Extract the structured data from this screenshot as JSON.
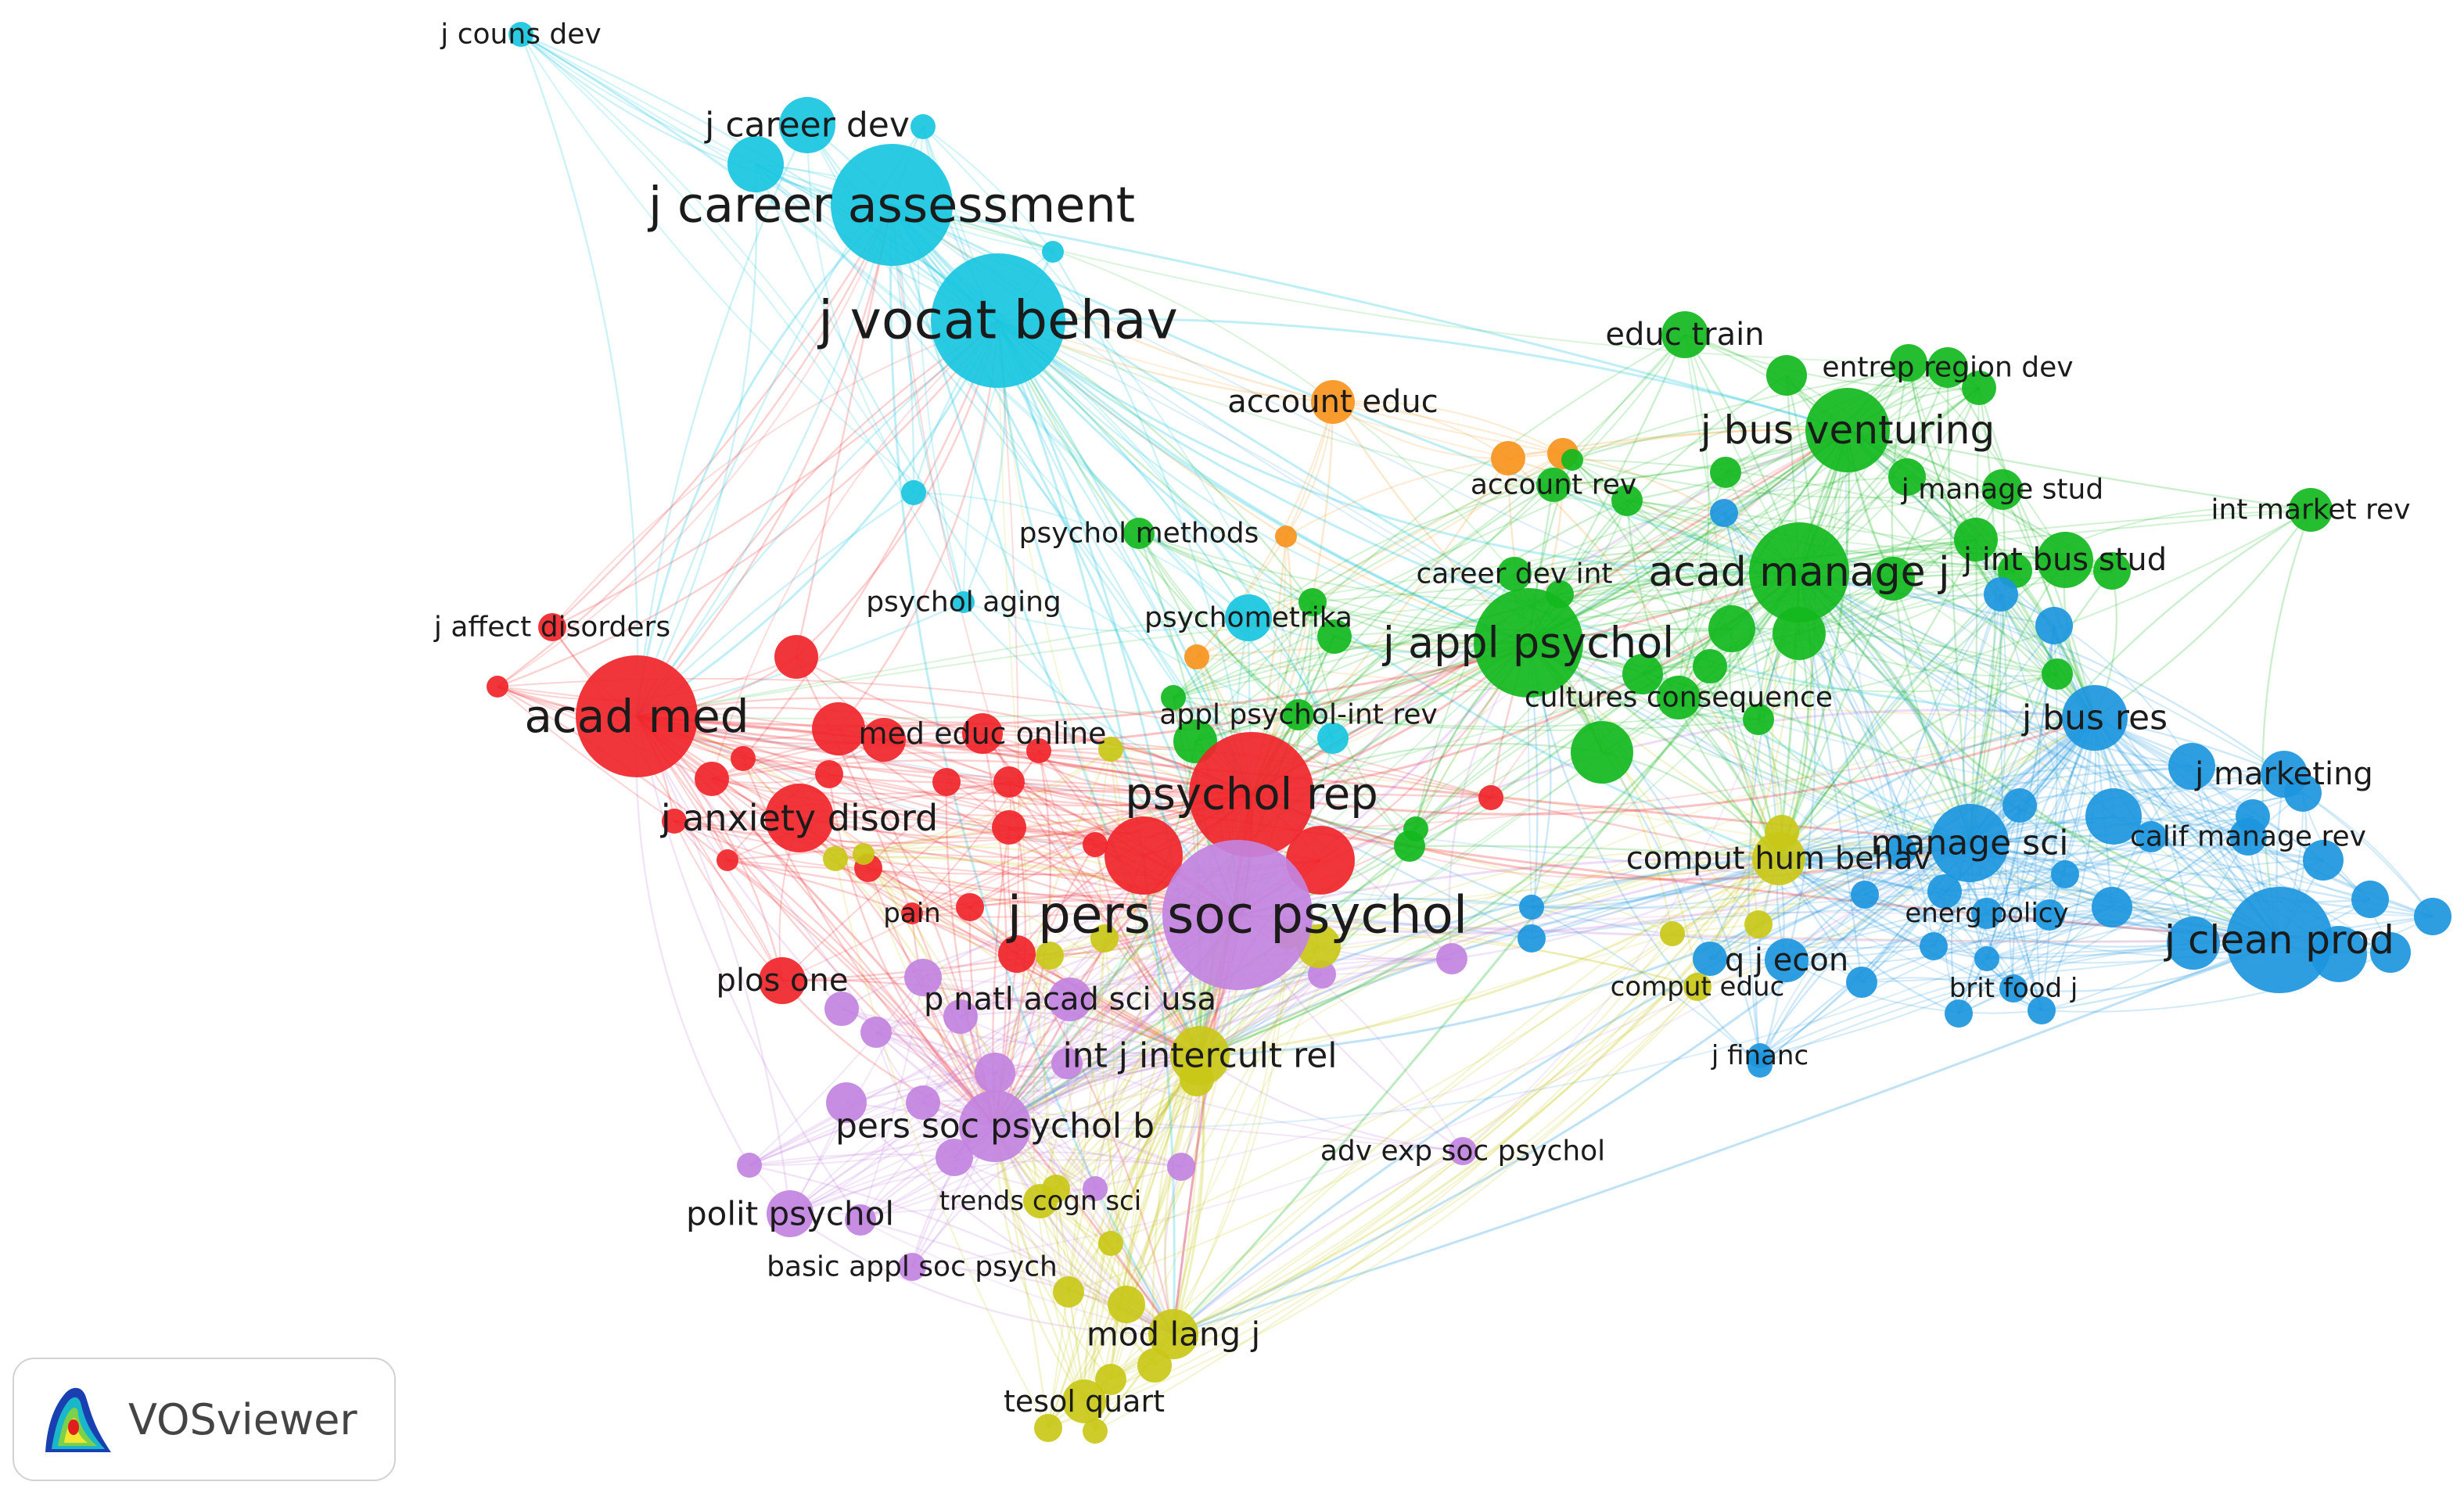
{
  "app": {
    "brand": "VOSviewer",
    "logo_icon": "vosviewer-logo-icon"
  },
  "clusters": [
    {
      "id": "red",
      "color": "#f0252a"
    },
    {
      "id": "green",
      "color": "#12b81e"
    },
    {
      "id": "cyan",
      "color": "#18c6e0"
    },
    {
      "id": "blue",
      "color": "#1c96de"
    },
    {
      "id": "purple",
      "color": "#c283e0"
    },
    {
      "id": "yellow",
      "color": "#c9c818"
    },
    {
      "id": "orange",
      "color": "#f7941d"
    }
  ],
  "nodes": [
    {
      "id": "j counts dev",
      "label": "j couns dev",
      "cluster": "cyan",
      "weight": 1
    },
    {
      "id": "j career dev",
      "label": "j career dev",
      "cluster": "cyan",
      "weight": 4
    },
    {
      "id": "j career assessment",
      "label": "j career assessment",
      "cluster": "cyan",
      "weight": 10
    },
    {
      "id": "j vocat behav",
      "label": "j vocat behav",
      "cluster": "cyan",
      "weight": 12
    },
    {
      "id": "psychometrika",
      "label": "psychometrika",
      "cluster": "cyan",
      "weight": 3
    },
    {
      "id": "psychol aging",
      "label": "psychol aging",
      "cluster": "cyan",
      "weight": 1
    },
    {
      "id": "educ train",
      "label": "educ train",
      "cluster": "green",
      "weight": 4
    },
    {
      "id": "entrep region dev",
      "label": "entrep region dev",
      "cluster": "green",
      "weight": 3
    },
    {
      "id": "j bus venturing",
      "label": "j bus venturing",
      "cluster": "green",
      "weight": 8
    },
    {
      "id": "j manage stud",
      "label": "j manage stud",
      "cluster": "green",
      "weight": 3
    },
    {
      "id": "int market rev",
      "label": "int market rev",
      "cluster": "green",
      "weight": 3
    },
    {
      "id": "account rev",
      "label": "account rev",
      "cluster": "green",
      "weight": 2
    },
    {
      "id": "psychol methods",
      "label": "psychol methods",
      "cluster": "green",
      "weight": 2
    },
    {
      "id": "career dev int",
      "label": "career dev int",
      "cluster": "green",
      "weight": 2
    },
    {
      "id": "acad manage j",
      "label": "acad manage j",
      "cluster": "green",
      "weight": 9
    },
    {
      "id": "j int bus stud",
      "label": "j int bus stud",
      "cluster": "green",
      "weight": 5
    },
    {
      "id": "j appl psychol",
      "label": "j appl psychol",
      "cluster": "green",
      "weight": 9
    },
    {
      "id": "cultures consequence",
      "label": "cultures consequence",
      "cluster": "green",
      "weight": 3
    },
    {
      "id": "appl psychol-int rev",
      "label": "appl psychol-int rev",
      "cluster": "green",
      "weight": 2
    },
    {
      "id": "account educ",
      "label": "account educ",
      "cluster": "orange",
      "weight": 3
    },
    {
      "id": "j affect disorders",
      "label": "j affect disorders",
      "cluster": "red",
      "weight": 2
    },
    {
      "id": "acad med",
      "label": "acad med",
      "cluster": "red",
      "weight": 10
    },
    {
      "id": "med educ online",
      "label": "med educ online",
      "cluster": "red",
      "weight": 3
    },
    {
      "id": "j anxiety disord",
      "label": "j anxiety disord",
      "cluster": "red",
      "weight": 5
    },
    {
      "id": "psychol rep",
      "label": "psychol rep",
      "cluster": "red",
      "weight": 10
    },
    {
      "id": "plos one",
      "label": "plos one",
      "cluster": "red",
      "weight": 3
    },
    {
      "id": "pain",
      "label": "pain",
      "cluster": "red",
      "weight": 1
    },
    {
      "id": "j pers soc psychol",
      "label": "j pers soc psychol",
      "cluster": "purple",
      "weight": 12
    },
    {
      "id": "p natl acad sci usa",
      "label": "p natl acad sci usa",
      "cluster": "purple",
      "weight": 4
    },
    {
      "id": "pers soc psychol b",
      "label": "pers soc psychol b",
      "cluster": "purple",
      "weight": 6
    },
    {
      "id": "polit psychol",
      "label": "polit psychol",
      "cluster": "purple",
      "weight": 4
    },
    {
      "id": "basic appl soc psych",
      "label": "basic appl soc psych",
      "cluster": "purple",
      "weight": 2
    },
    {
      "id": "adv exp soc psychol",
      "label": "adv exp soc psychol",
      "cluster": "purple",
      "weight": 2
    },
    {
      "id": "int j intercult rel",
      "label": "int j intercult rel",
      "cluster": "yellow",
      "weight": 5
    },
    {
      "id": "trends cogn sci",
      "label": "trends cogn sci",
      "cluster": "yellow",
      "weight": 2
    },
    {
      "id": "mod lang j",
      "label": "mod lang j",
      "cluster": "yellow",
      "weight": 4
    },
    {
      "id": "tesol quart",
      "label": "tesol quart",
      "cluster": "yellow",
      "weight": 3
    },
    {
      "id": "comput hum behav",
      "label": "comput hum behav",
      "cluster": "yellow",
      "weight": 4
    },
    {
      "id": "comput educ",
      "label": "comput educ",
      "cluster": "yellow",
      "weight": 2
    },
    {
      "id": "j bus res",
      "label": "j bus res",
      "cluster": "blue",
      "weight": 6
    },
    {
      "id": "j marketing",
      "label": "j marketing",
      "cluster": "blue",
      "weight": 4
    },
    {
      "id": "manage sci",
      "label": "manage sci",
      "cluster": "blue",
      "weight": 6
    },
    {
      "id": "calif manage rev",
      "label": "calif manage rev",
      "cluster": "blue",
      "weight": 3
    },
    {
      "id": "energ policy",
      "label": "energ policy",
      "cluster": "blue",
      "weight": 2
    },
    {
      "id": "j clean prod",
      "label": "j clean prod",
      "cluster": "blue",
      "weight": 9
    },
    {
      "id": "q j econ",
      "label": "q j econ",
      "cluster": "blue",
      "weight": 3
    },
    {
      "id": "brit food j",
      "label": "brit food j",
      "cluster": "blue",
      "weight": 2
    },
    {
      "id": "j financ",
      "label": "j financ",
      "cluster": "blue",
      "weight": 2
    }
  ]
}
